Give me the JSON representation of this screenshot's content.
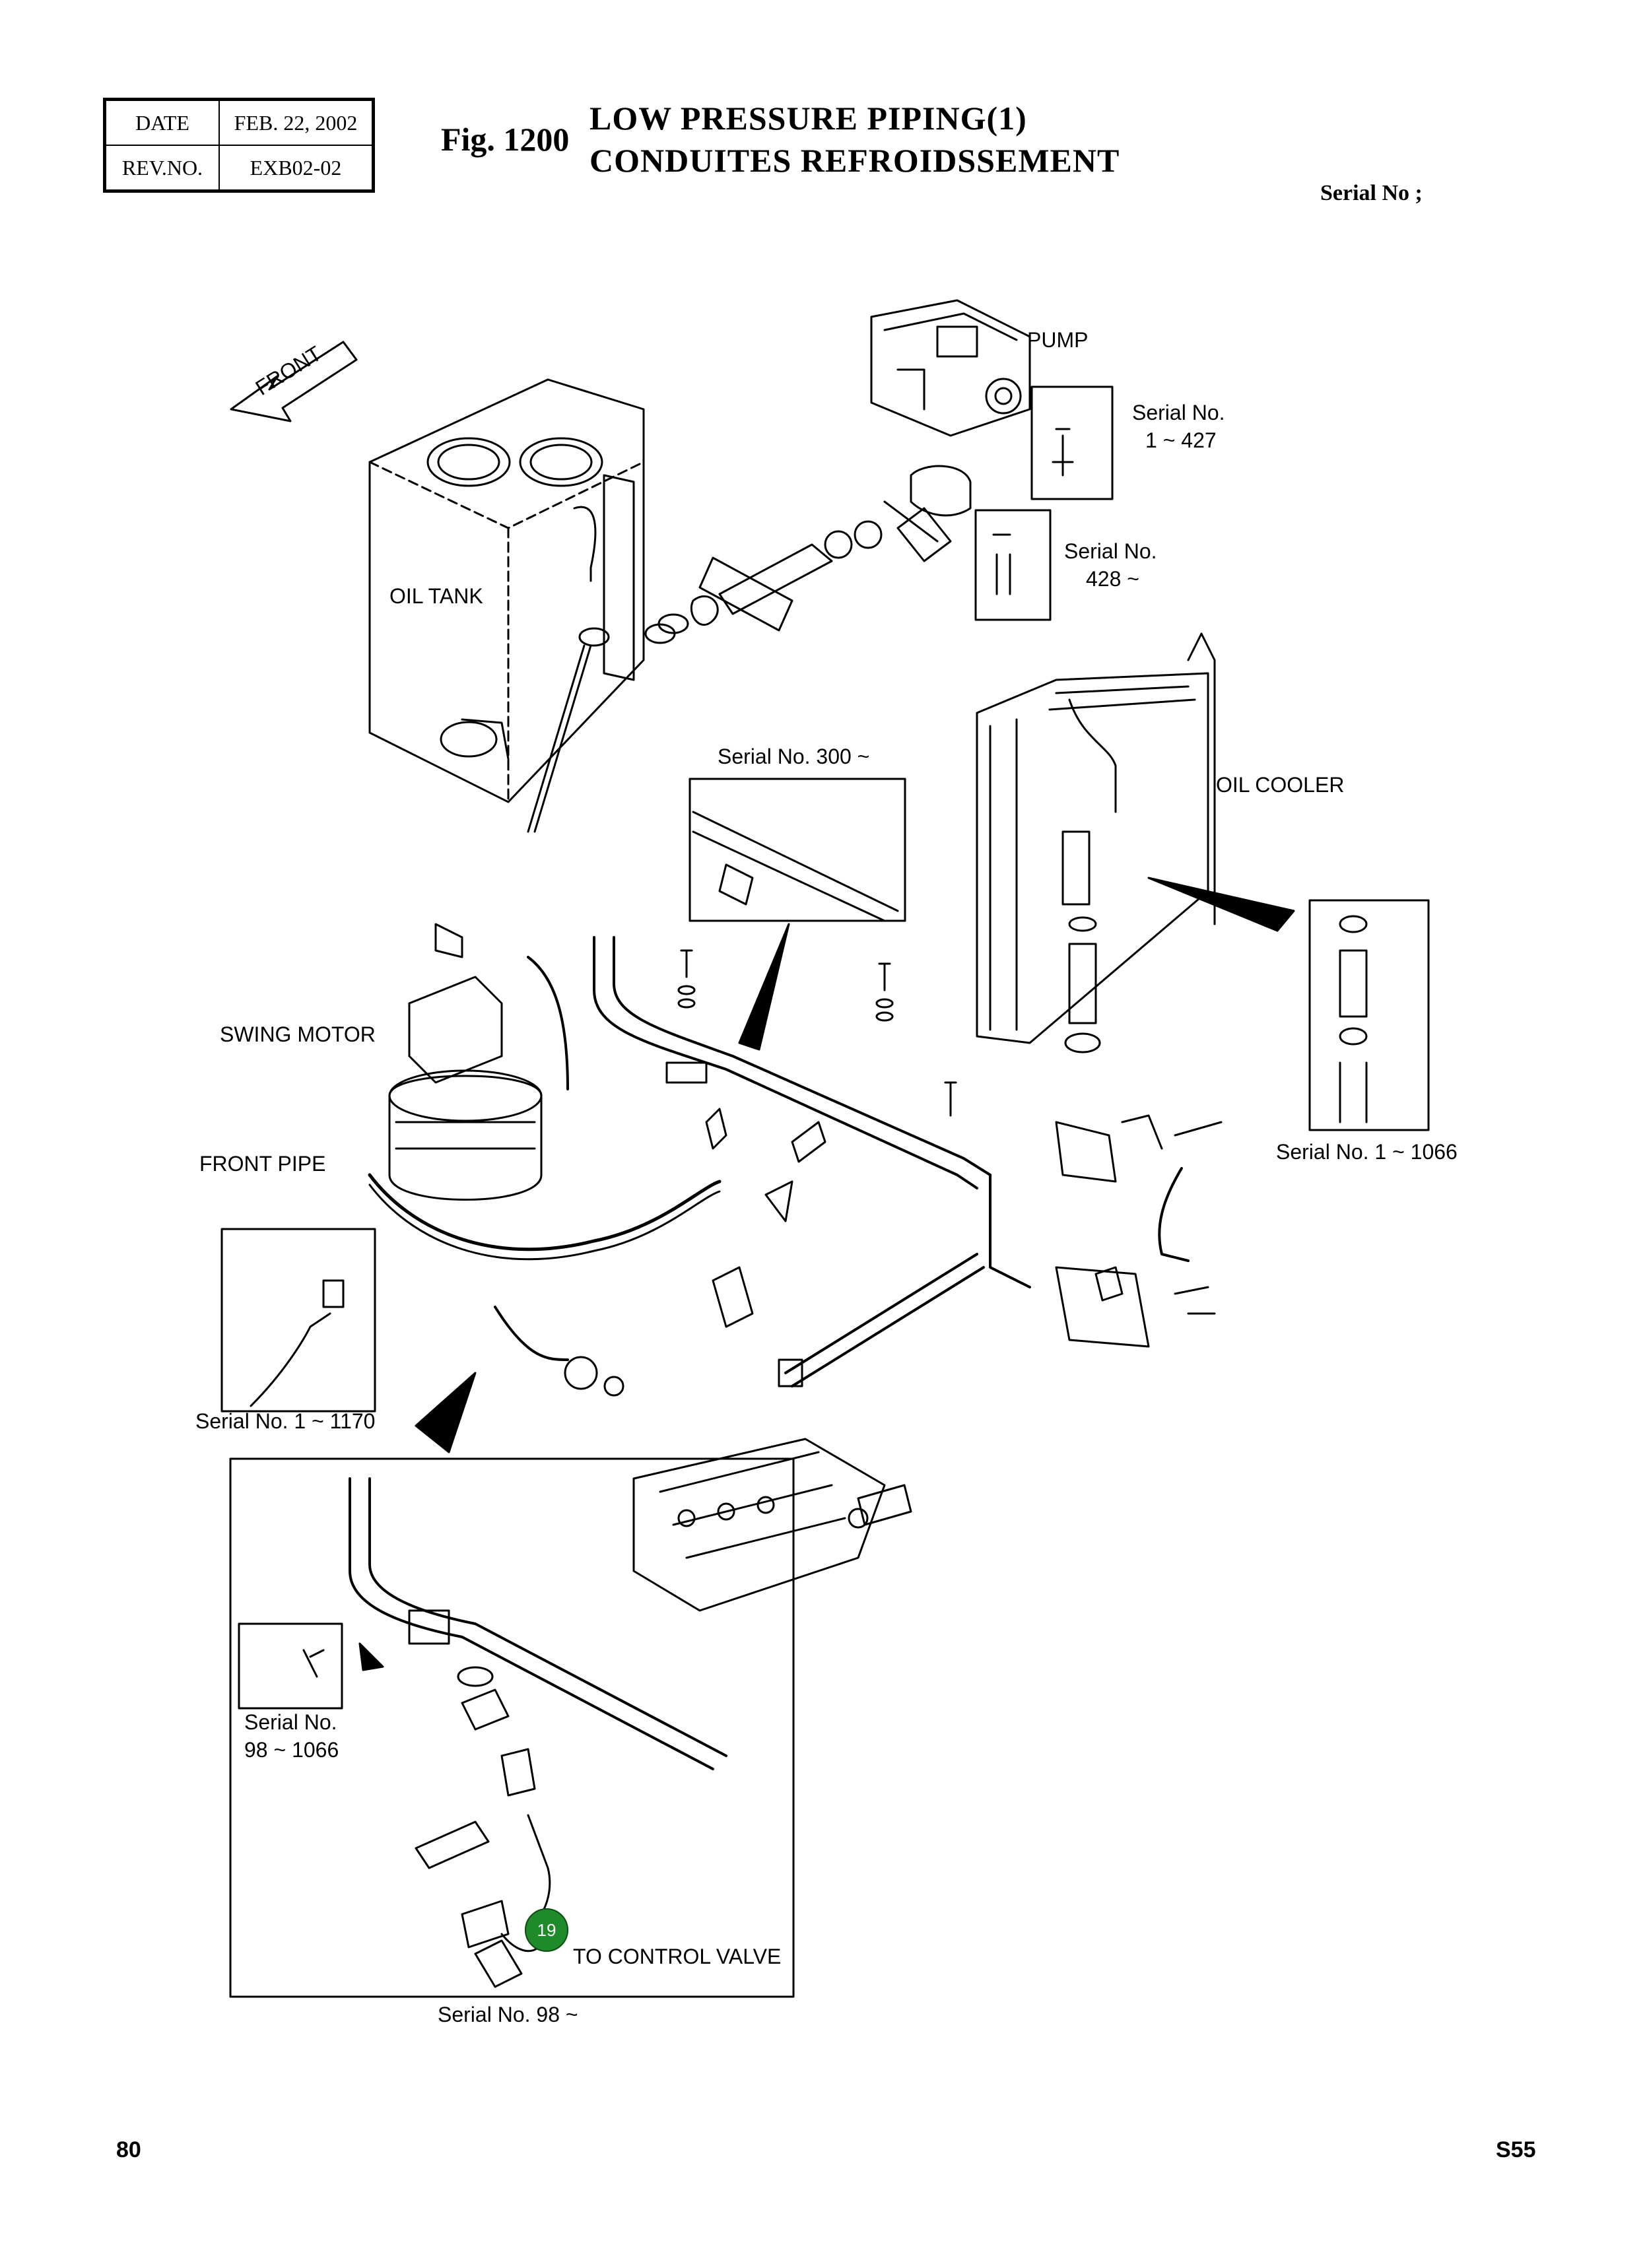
{
  "header": {
    "date_label": "DATE",
    "date_value": "FEB. 22, 2002",
    "rev_label": "REV.NO.",
    "rev_value": "EXB02-02"
  },
  "figure": {
    "number": "Fig. 1200",
    "title_en": "LOW PRESSURE PIPING(1)",
    "title_fr": "CONDUITES REFROIDSSEMENT",
    "serial_no": "Serial No ;"
  },
  "labels": {
    "front": "FRONT",
    "pump": "PUMP",
    "oil_tank": "OIL TANK",
    "oil_cooler": "OIL COOLER",
    "swing_motor": "SWING MOTOR",
    "front_pipe": "FRONT PIPE",
    "to_control_valve": "TO CONTROL VALVE"
  },
  "serial_notes": {
    "pump_a_line1": "Serial No.",
    "pump_a_line2": "1 ~ 427",
    "pump_b_line1": "Serial No.",
    "pump_b_line2": "428 ~",
    "inset_300": "Serial No. 300 ~",
    "cooler_inset": "Serial No. 1 ~ 1066",
    "front_pipe_inset": "Serial No. 1 ~ 1170",
    "small_inset_line1": "Serial No.",
    "small_inset_line2": "98 ~ 1066",
    "bottom_inset": "Serial No. 98 ~"
  },
  "callouts": [
    {
      "number": "19",
      "color": "#1e8a2a"
    }
  ],
  "footer": {
    "page": "80",
    "model": "S55"
  }
}
